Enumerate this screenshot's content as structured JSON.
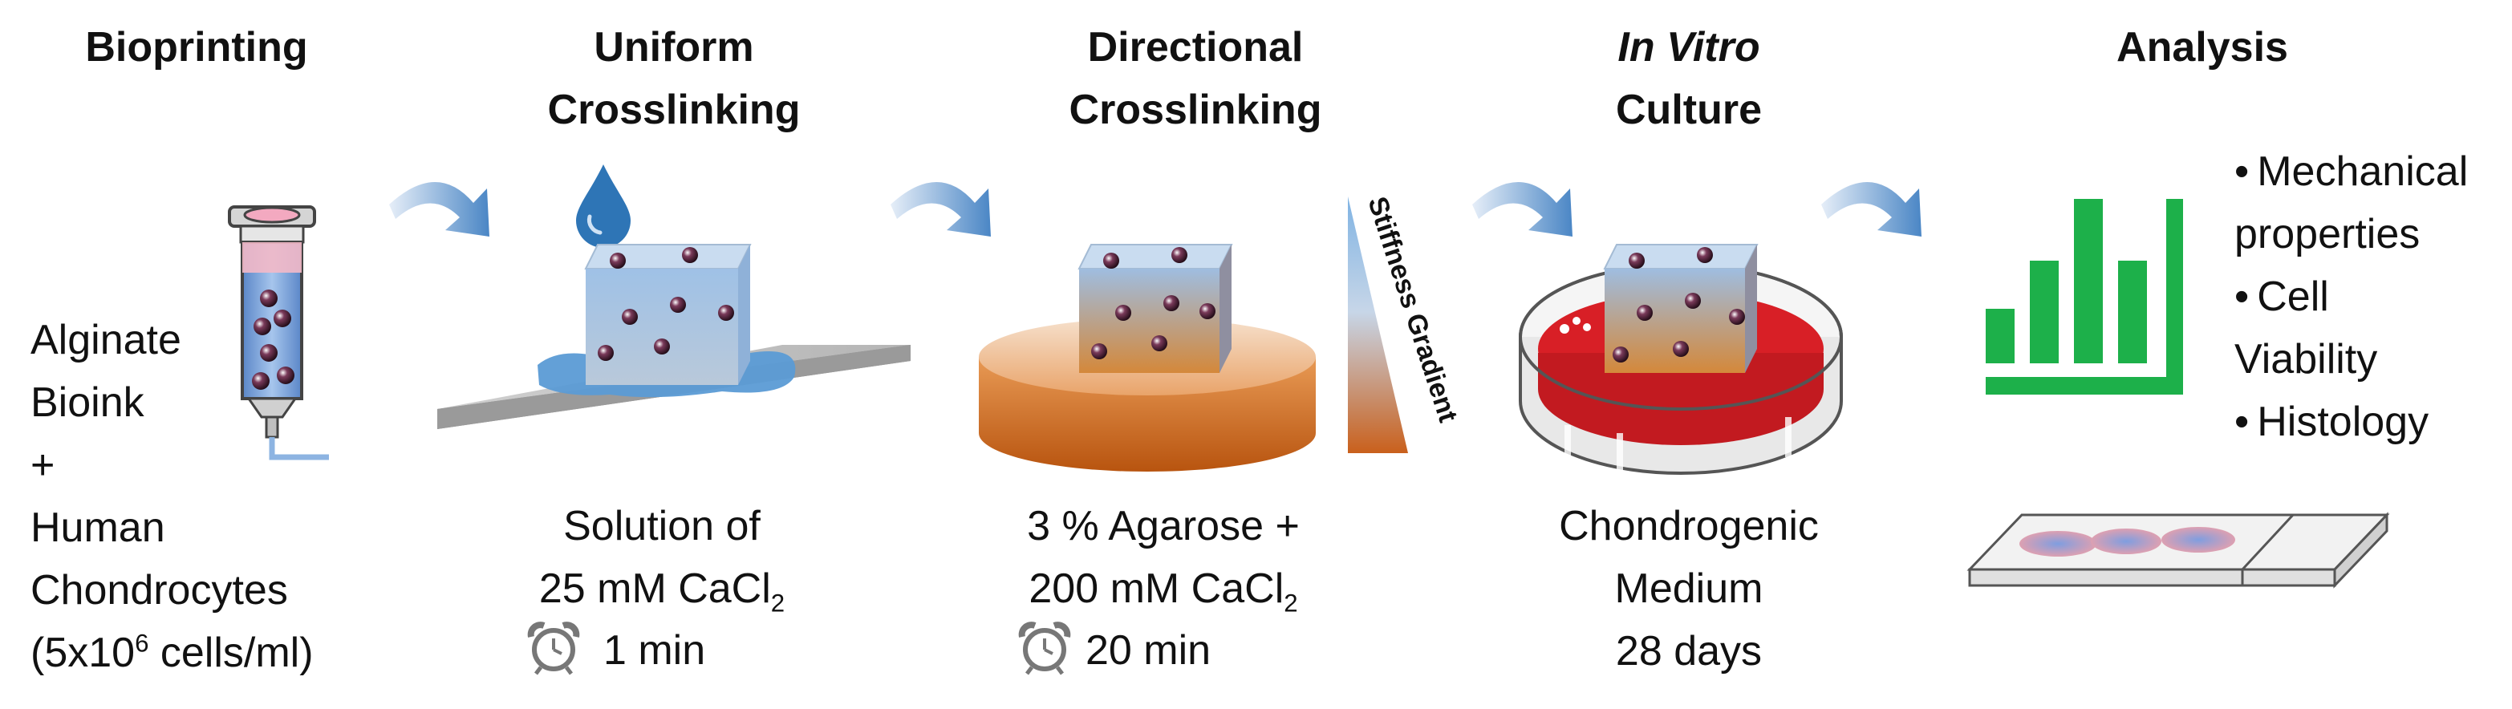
{
  "stages": [
    {
      "title": [
        "Bioprinting"
      ]
    },
    {
      "title": [
        "Uniform",
        "Crosslinking"
      ]
    },
    {
      "title": [
        "Directional",
        "Crosslinking"
      ]
    },
    {
      "title_italic": "In Vitro",
      "title": [
        "Culture"
      ]
    },
    {
      "title": [
        "Analysis"
      ]
    }
  ],
  "bioprinting": {
    "lines": [
      "Alginate",
      "Bioink",
      "+",
      "Human",
      "Chondrocytes"
    ],
    "concentration_prefix": "(5x10",
    "concentration_exp": "6",
    "concentration_suffix": " cells/ml)"
  },
  "uniform": {
    "line1": "Solution of",
    "line2_prefix": "25 mM CaCl",
    "line2_sub": "2",
    "time": "1 min"
  },
  "directional": {
    "line1": "3 % Agarose +",
    "line2_prefix": "200 mM CaCl",
    "line2_sub": "2",
    "time": "20 min",
    "gradient_label": "Stiffness Gradient"
  },
  "culture": {
    "lines": [
      "Chondrogenic",
      "Medium",
      "28 days"
    ]
  },
  "analysis": {
    "bullets": [
      {
        "lines": [
          "Mechanical",
          "properties"
        ]
      },
      {
        "lines": [
          "Cell",
          "Viability"
        ]
      },
      {
        "lines": [
          "Histology"
        ]
      }
    ]
  },
  "icons": [
    "syringe-icon",
    "water-drop-icon",
    "alarm-clock-icon",
    "bar-chart-icon",
    "petri-dish-icon",
    "microscope-slide-icon",
    "curved-arrow-icon"
  ],
  "colors": {
    "arrow": "#5b9bd5",
    "cube_top": "#a9c6e6",
    "cube_bottom": "#d98a3a",
    "agarose": "#c8641e",
    "chart": "#1db04a",
    "medium": "#d81f26",
    "drop": "#2e75b6"
  }
}
